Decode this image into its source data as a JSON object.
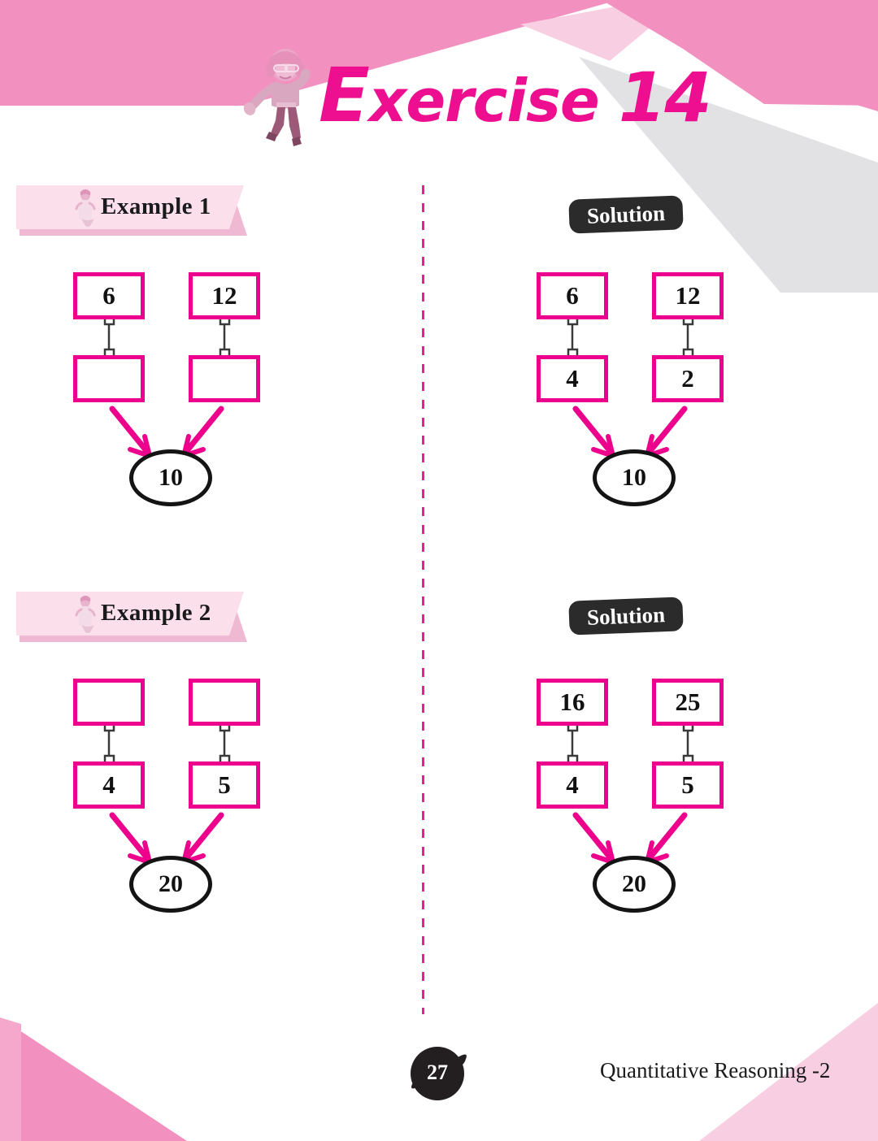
{
  "header": {
    "title_first_letter": "E",
    "title_rest": "xercise",
    "title_number": "14",
    "mascot_icon": "girl-mascot-icon"
  },
  "divider": {
    "style": "dashed-vertical",
    "color": "#ec1d8e"
  },
  "colors": {
    "accent_pink": "#ec008c",
    "banner_pink": "#f291bf",
    "pale_pink": "#f8cfe2",
    "example_banner_bg": "#fbdfeb",
    "example_banner_shadow": "#f0b9d3",
    "badge_dark": "#2b2b2b",
    "gray_shape": "#e2e2e4",
    "ellipse_black": "#141414"
  },
  "sections": [
    {
      "example": {
        "label": "Example  1",
        "icon": "pencil-figure-icon",
        "diagram": {
          "top_boxes": [
            "6",
            "12"
          ],
          "bottom_boxes": [
            "",
            ""
          ],
          "result": "10"
        }
      },
      "solution": {
        "label": "Solution",
        "diagram": {
          "top_boxes": [
            "6",
            "12"
          ],
          "bottom_boxes": [
            "4",
            "2"
          ],
          "result": "10"
        }
      }
    },
    {
      "example": {
        "label": "Example  2",
        "icon": "pencil-figure-icon",
        "diagram": {
          "top_boxes": [
            "",
            ""
          ],
          "bottom_boxes": [
            "4",
            "5"
          ],
          "result": "20"
        }
      },
      "solution": {
        "label": "Solution",
        "diagram": {
          "top_boxes": [
            "16",
            "25"
          ],
          "bottom_boxes": [
            "4",
            "5"
          ],
          "result": "20"
        }
      }
    }
  ],
  "footer": {
    "page_number": "27",
    "book_title": "Quantitative Reasoning -2"
  }
}
